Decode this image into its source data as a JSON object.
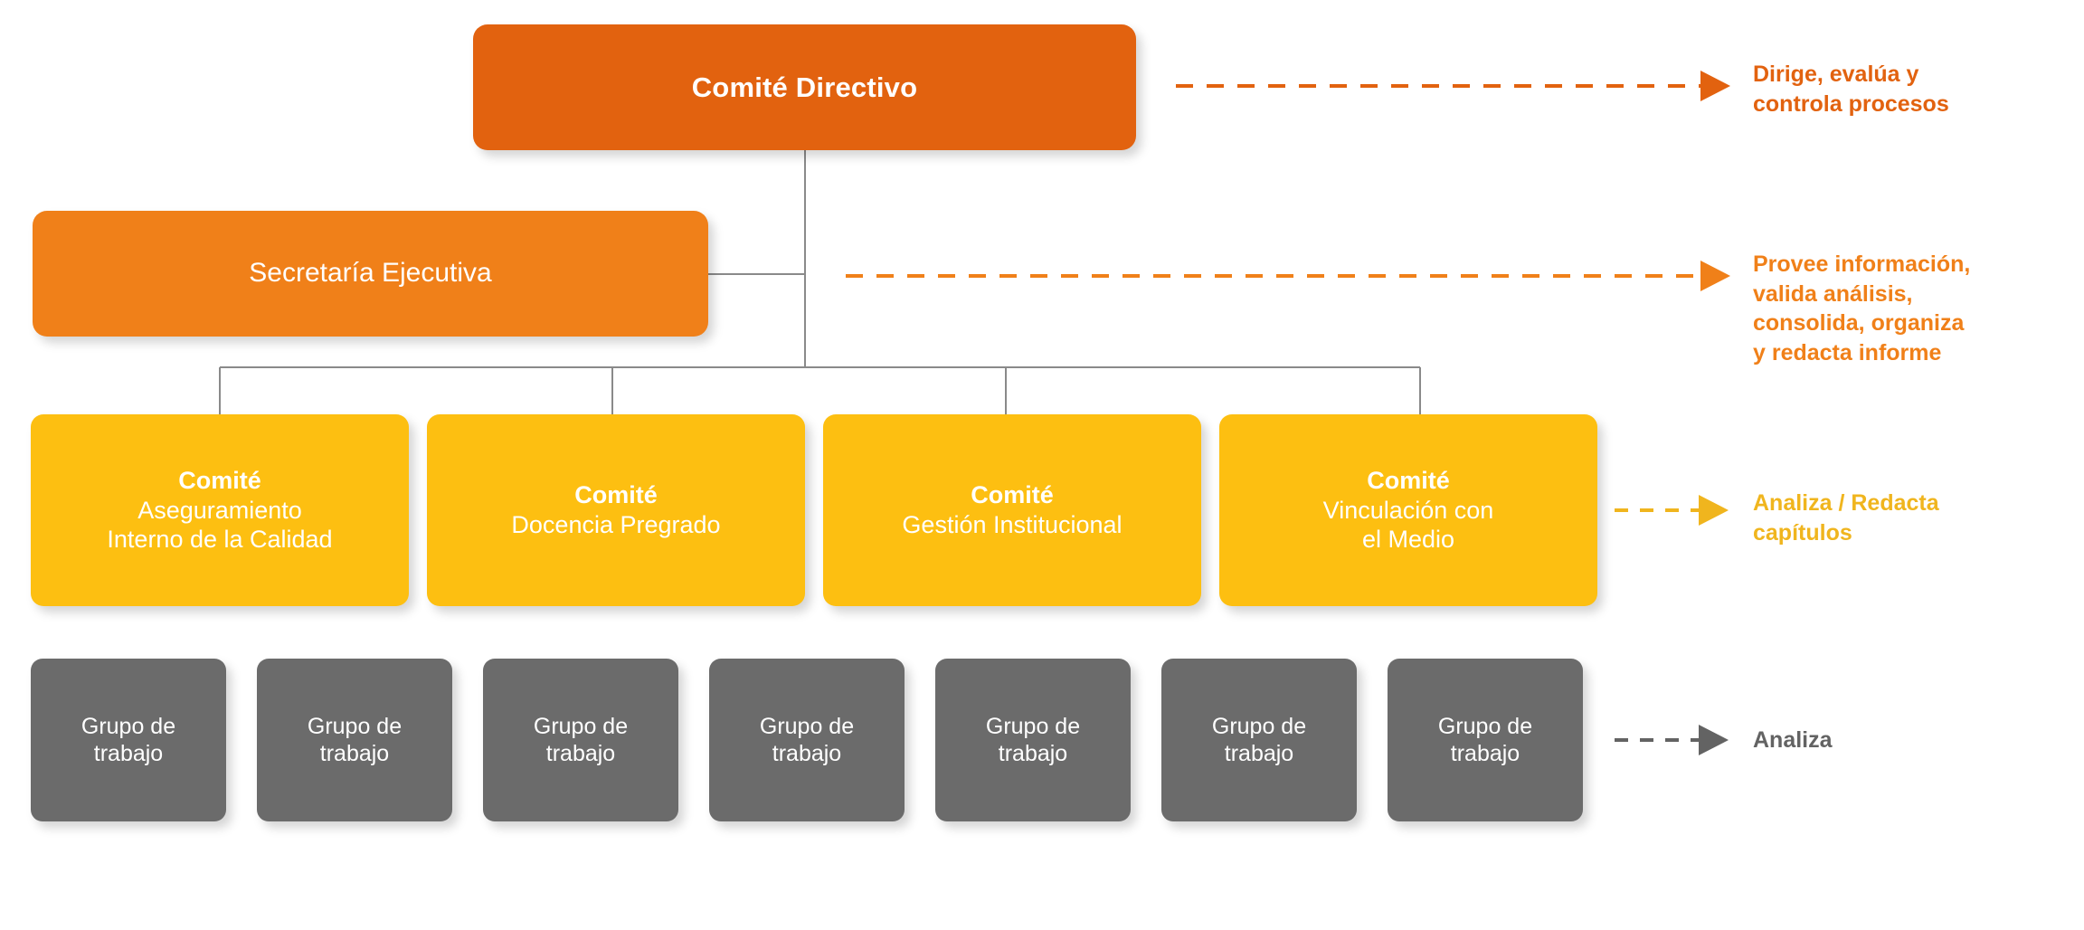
{
  "diagram": {
    "title_text": "Comité Directivo",
    "colors": {
      "directive": "#E2620F",
      "secretariat": "#F08019",
      "committee": "#FDBF11",
      "workgroup": "#6B6B6B",
      "background": "#FFFFFF",
      "connector_line": "#8A8A8A",
      "annotation_committee_text": "#F0B51E",
      "annotation_workgroup_text": "#636363"
    },
    "levels": {
      "directive": {
        "label": "Comité Directivo"
      },
      "secretariat": {
        "label": "Secretaría Ejecutiva"
      },
      "committees": [
        {
          "heading": "Comité",
          "name_line_1": "Aseguramiento",
          "name_line_2": "Interno de la Calidad"
        },
        {
          "heading": "Comité",
          "name_line_1": "Docencia Pregrado",
          "name_line_2": ""
        },
        {
          "heading": "Comité",
          "name_line_1": "Gestión Institucional",
          "name_line_2": ""
        },
        {
          "heading": "Comité",
          "name_line_1": "Vinculación con",
          "name_line_2": "el Medio"
        }
      ],
      "workgroups": [
        {
          "line_1": "Grupo de",
          "line_2": "trabajo"
        },
        {
          "line_1": "Grupo de",
          "line_2": "trabajo"
        },
        {
          "line_1": "Grupo de",
          "line_2": "trabajo"
        },
        {
          "line_1": "Grupo de",
          "line_2": "trabajo"
        },
        {
          "line_1": "Grupo de",
          "line_2": "trabajo"
        },
        {
          "line_1": "Grupo de",
          "line_2": "trabajo"
        },
        {
          "line_1": "Grupo de",
          "line_2": "trabajo"
        }
      ]
    },
    "annotations": [
      {
        "id": "directive-role",
        "text": "Dirige, evalúa y\ncontrola procesos",
        "color": "#E2620F",
        "arrow_style": "dashed-long"
      },
      {
        "id": "secretariat-role",
        "text": "Provee información,\nvalida análisis,\nconsolida, organiza\ny redacta informe",
        "color": "#F08019",
        "arrow_style": "dashed-long"
      },
      {
        "id": "committee-role",
        "text": "Analiza / Redacta\ncapítulos",
        "color": "#F0B51E",
        "arrow_style": "dashed-short"
      },
      {
        "id": "workgroup-role",
        "text": "Analiza",
        "color": "#636363",
        "arrow_style": "dashed-short"
      }
    ]
  }
}
